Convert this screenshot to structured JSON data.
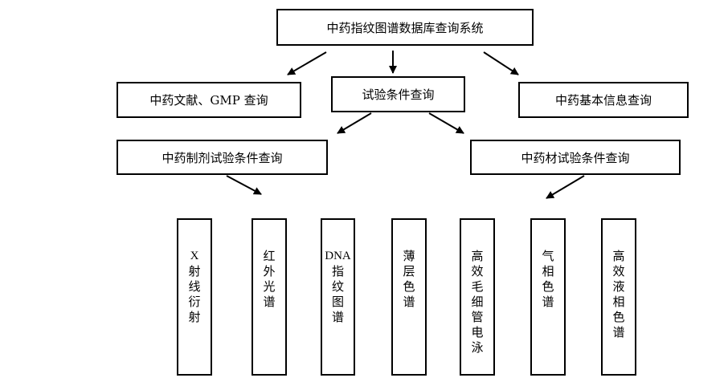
{
  "root": "中药指纹图谱数据库查询系统",
  "level1": {
    "left": "中药文献、GMP 查询",
    "center": "试验条件查询",
    "right": "中药基本信息查询"
  },
  "level2": {
    "left": "中药制剂试验条件查询",
    "right": "中药材试验条件查询"
  },
  "methods": [
    {
      "lines": [
        "X",
        "射",
        "线",
        "衍",
        "射"
      ]
    },
    {
      "lines": [
        "红",
        "外",
        "光",
        "谱"
      ]
    },
    {
      "lines": [
        "DNA",
        "指",
        "纹",
        "图",
        "谱"
      ]
    },
    {
      "lines": [
        "薄",
        "层",
        "色",
        "谱"
      ]
    },
    {
      "lines": [
        "高",
        "效",
        "毛",
        "细",
        "管",
        "电",
        "泳"
      ]
    },
    {
      "lines": [
        "气",
        "相",
        "色",
        "谱"
      ]
    },
    {
      "lines": [
        "高",
        "效",
        "液",
        "相",
        "色",
        "谱"
      ]
    }
  ]
}
